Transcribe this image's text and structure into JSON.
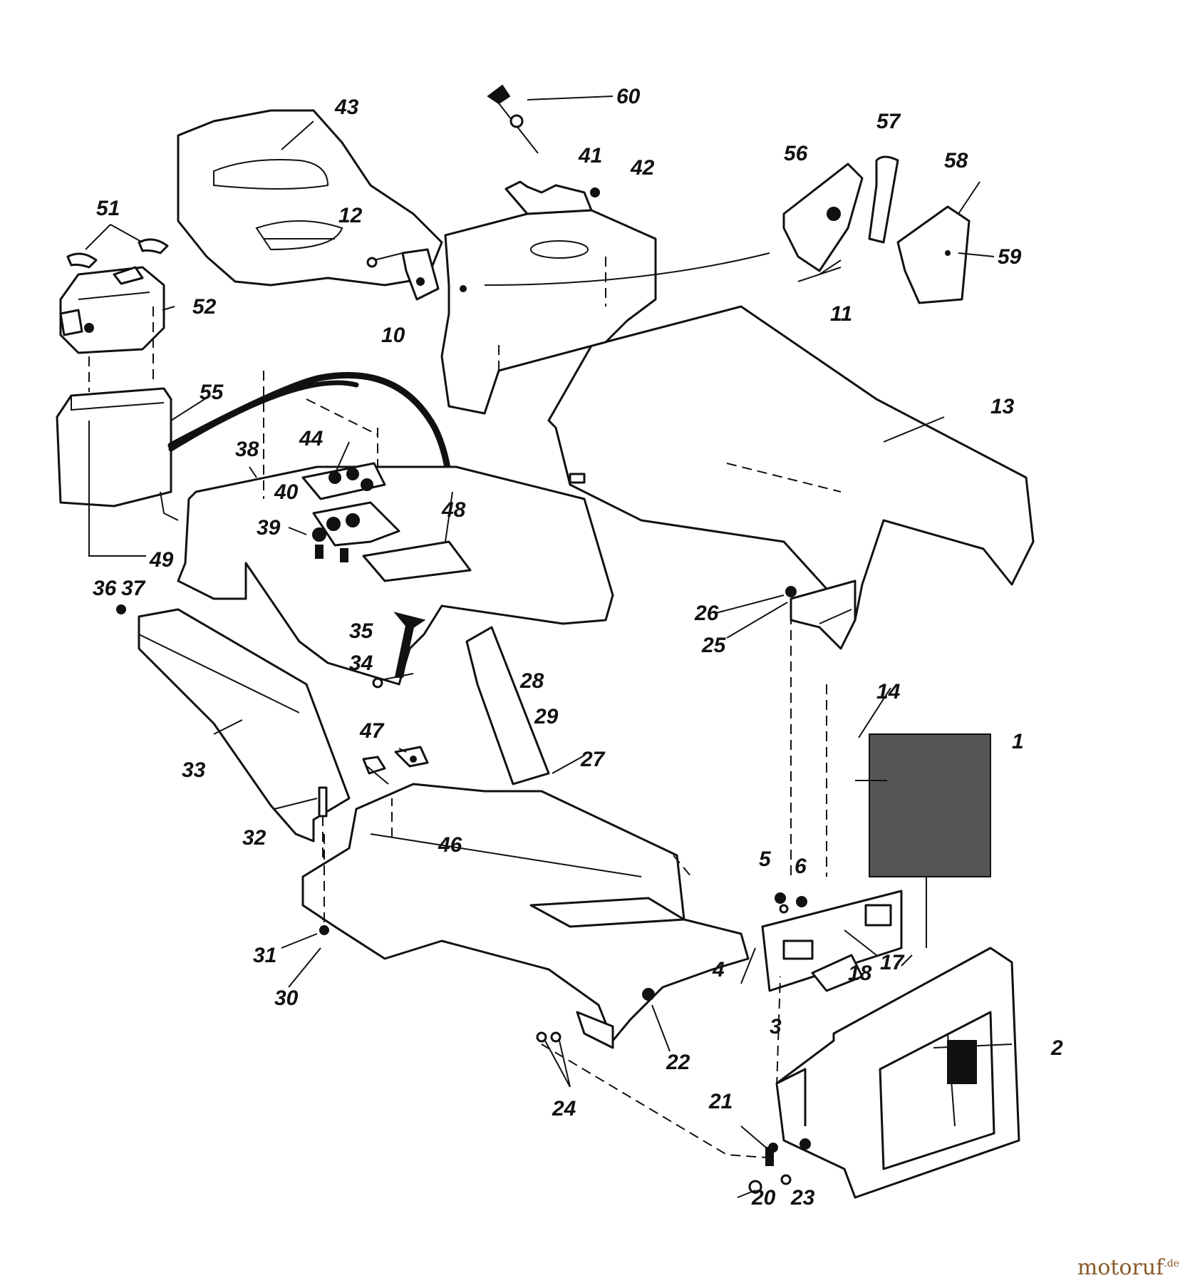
{
  "diagram": {
    "callouts": [
      "1",
      "2",
      "3",
      "4",
      "5",
      "6",
      "10",
      "11",
      "12",
      "13",
      "14",
      "17",
      "18",
      "20",
      "21",
      "22",
      "23",
      "24",
      "25",
      "26",
      "27",
      "28",
      "29",
      "30",
      "31",
      "32",
      "33",
      "34",
      "35",
      "36",
      "37",
      "38",
      "39",
      "40",
      "41",
      "42",
      "43",
      "44",
      "46",
      "47",
      "48",
      "49",
      "51",
      "52",
      "55",
      "56",
      "57",
      "58",
      "59",
      "60"
    ]
  },
  "watermark": {
    "text": "motoruf",
    "suffix": ".de",
    "color": "#8a5a2a"
  }
}
